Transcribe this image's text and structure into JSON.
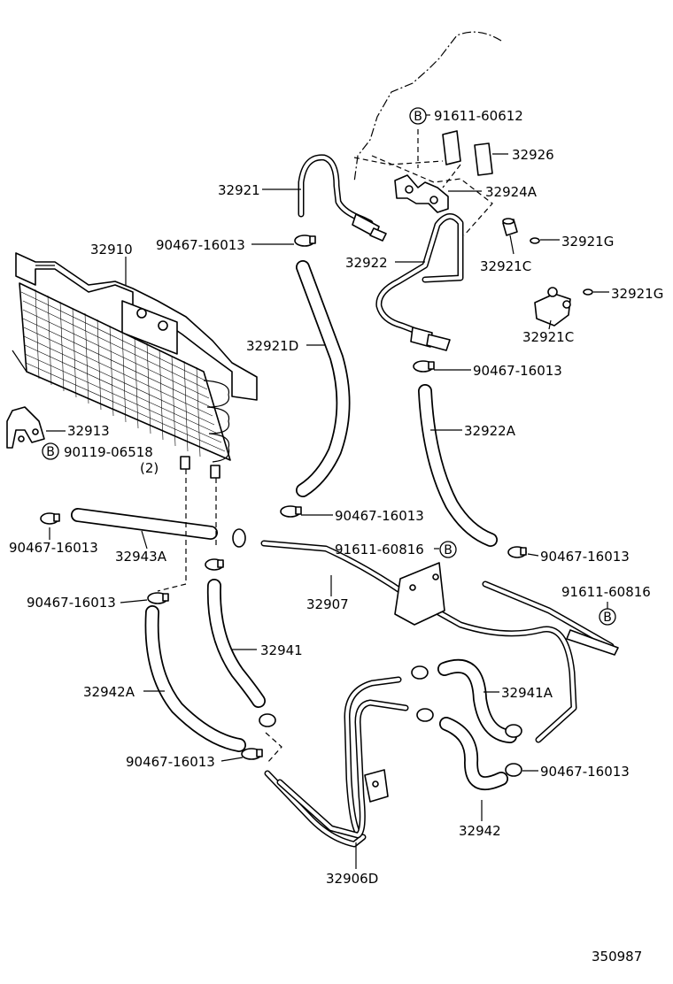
{
  "diagram_code": "350987",
  "circle_marker": "B",
  "labels": {
    "p91611_60612": "91611-60612",
    "p32926": "32926",
    "p32921": "32921",
    "p32924A": "32924A",
    "p90467_top": "90467-16013",
    "p32921G_1": "32921G",
    "p32910": "32910",
    "p32922": "32922",
    "p32921C_1": "32921C",
    "p32921G_2": "32921G",
    "p32921D": "32921D",
    "p32921C_2": "32921C",
    "p90467_right1": "90467-16013",
    "p32913": "32913",
    "p32922A": "32922A",
    "p90119_06518": "90119-06518",
    "p_qty2": "(2)",
    "p90467_mid": "90467-16013",
    "p90467_left": "90467-16013",
    "p32943A": "32943A",
    "p91611_60816_a": "91611-60816",
    "p90467_right2": "90467-16013",
    "p91611_60816_b": "91611-60816",
    "p32907": "32907",
    "p90467_left2": "90467-16013",
    "p32941": "32941",
    "p32942A": "32942A",
    "p32941A": "32941A",
    "p90467_bot_left": "90467-16013",
    "p90467_bot_right": "90467-16013",
    "p32942": "32942",
    "p32906D": "32906D"
  }
}
